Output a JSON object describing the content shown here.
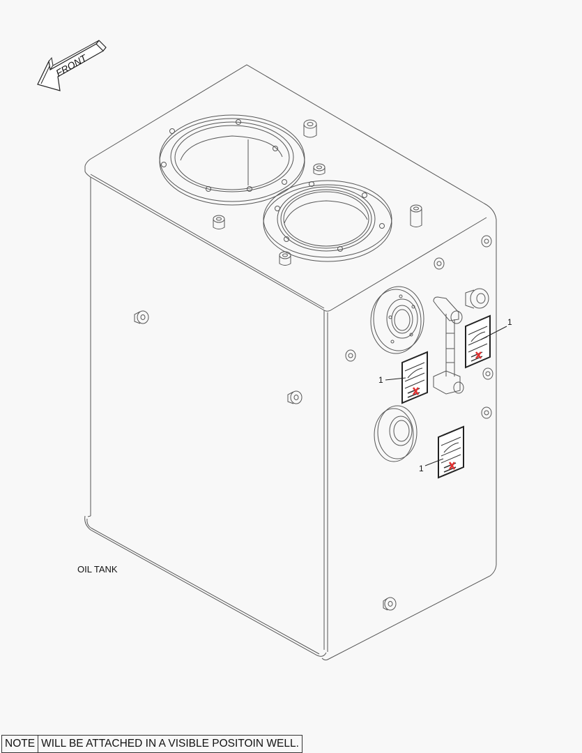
{
  "diagram": {
    "type": "exploded-parts-illustration",
    "subject_label": "OIL TANK",
    "orientation_arrow": {
      "label": "FRONT",
      "direction": "lower-left"
    },
    "callouts": [
      {
        "number": "1",
        "target": "warning-label-upper-right"
      },
      {
        "number": "1",
        "target": "warning-label-middle-left"
      },
      {
        "number": "1",
        "target": "warning-label-lower"
      }
    ],
    "components": [
      "tank-body",
      "top-flange-large",
      "top-flange-small",
      "side-port-upper",
      "side-port-lower",
      "sight-gauge",
      "mounting-bosses",
      "warning-decals"
    ],
    "colors": {
      "line": "#555555",
      "background": "#f8f8f8",
      "decal_dark": "#222222",
      "decal_accent": "#e03030"
    }
  },
  "note": {
    "key": "NOTE",
    "text": "WILL BE ATTACHED IN A VISIBLE POSITOIN WELL."
  }
}
